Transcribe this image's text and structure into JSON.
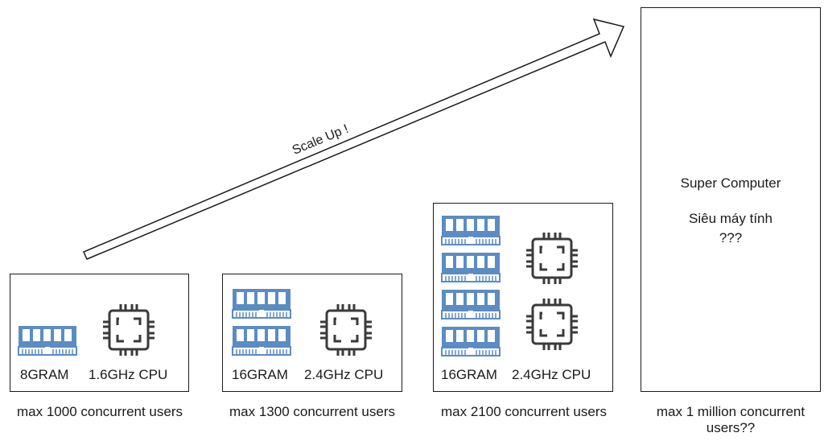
{
  "arrow": {
    "label": "Scale Up !"
  },
  "icons": {
    "ram": "ram-module-icon",
    "cpu": "cpu-chip-icon"
  },
  "colors": {
    "ram": "#5b8cc4",
    "cpu": "#3a3a3a",
    "border": "#1a1a1a"
  },
  "servers": [
    {
      "ram": "8GRAM",
      "cpu": "1.6GHz CPU",
      "caption": "max 1000 concurrent users",
      "ram_modules": 1,
      "cpu_chips": 1
    },
    {
      "ram": "16GRAM",
      "cpu": "2.4GHz CPU",
      "caption": "max 1300 concurrent users",
      "ram_modules": 2,
      "cpu_chips": 1
    },
    {
      "ram": "16GRAM",
      "cpu": "2.4GHz CPU",
      "caption": "max 2100 concurrent users",
      "ram_modules": 4,
      "cpu_chips": 2
    }
  ],
  "super": {
    "title": "Super Computer",
    "subtitle": "Siêu máy tính",
    "unknown": "???",
    "caption": "max 1 million concurrent users??"
  }
}
